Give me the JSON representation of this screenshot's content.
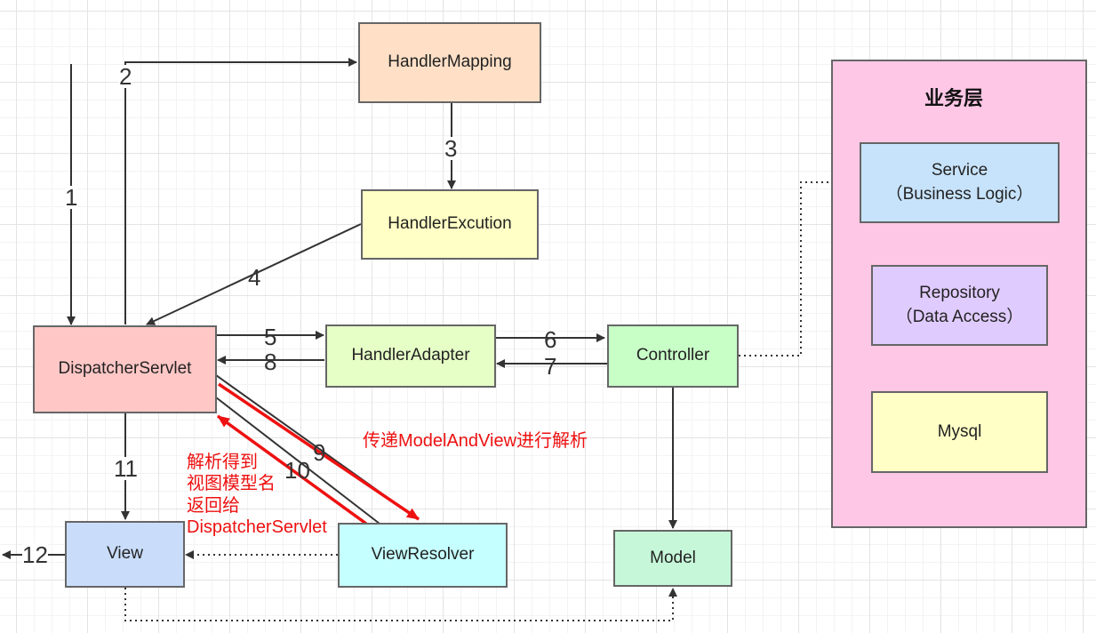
{
  "components": {
    "handler_mapping": "HandlerMapping",
    "handler_excution": "HandlerExcution",
    "dispatcher_servlet": "DispatcherServlet",
    "handler_adapter": "HandlerAdapter",
    "controller": "Controller",
    "view": "View",
    "view_resolver": "ViewResolver",
    "model": "Model"
  },
  "business_layer": {
    "title": "业务层",
    "service": "Service\n（Business Logic）",
    "repository": "Repository\n（Data Access）",
    "mysql": "Mysql"
  },
  "steps": [
    "1",
    "2",
    "3",
    "4",
    "5",
    "6",
    "7",
    "8",
    "9",
    "10",
    "11",
    "12"
  ],
  "annotations": {
    "resolver_return": [
      "解析得到",
      "视图模型名",
      "返回给",
      "DispatcherServlet"
    ],
    "pass_model_and_view": "传递ModelAndView进行解析"
  },
  "colors": {
    "handler_mapping": "#ffe0c6",
    "handler_excution": "#ffffc6",
    "dispatcher_servlet": "#ffc7c6",
    "handler_adapter": "#e6ffc6",
    "controller": "#c8ffc7",
    "view": "#c9ddfb",
    "view_resolver": "#c6ffff",
    "model": "#c6f7d9",
    "business_layer": "#ffc7e6",
    "service": "#c7e3fb",
    "repository": "#e0cbff",
    "mysql": "#ffffc6",
    "annotation_red": "#ee1111"
  }
}
